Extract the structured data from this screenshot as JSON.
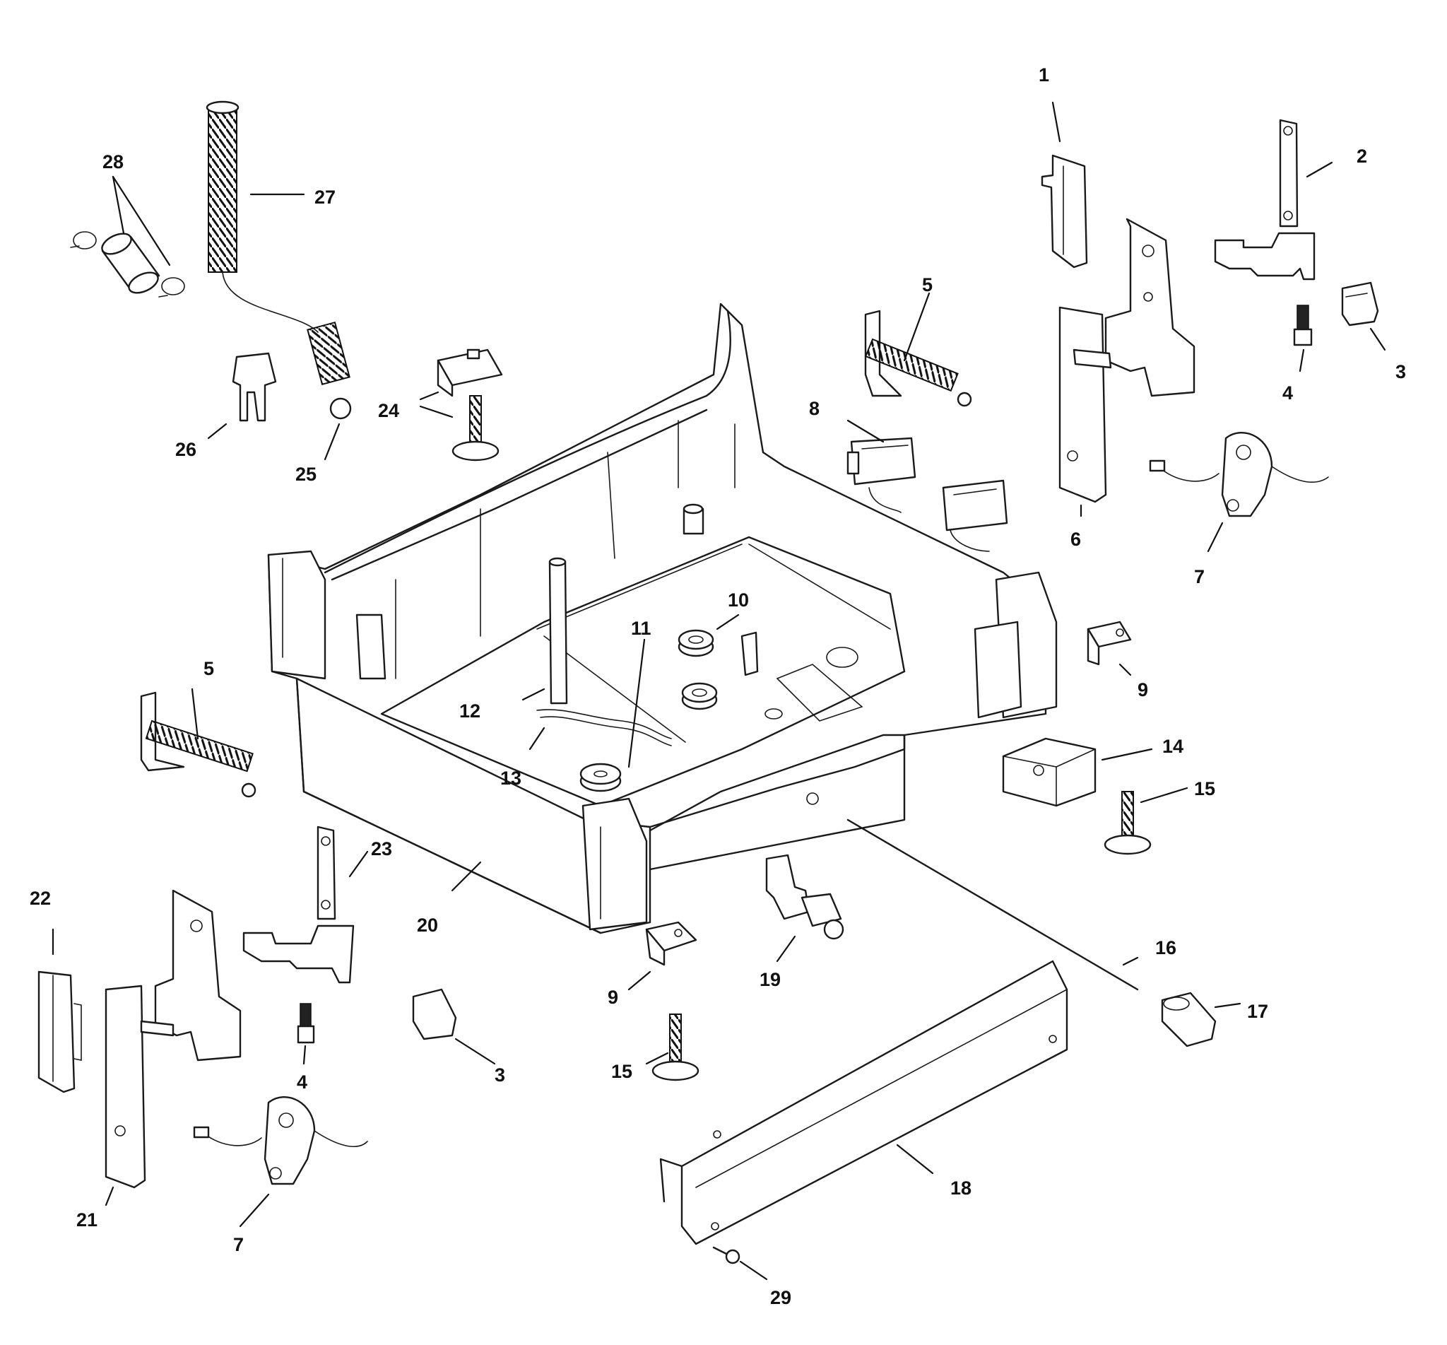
{
  "callouts": [
    {
      "id": "c1",
      "label": "1"
    },
    {
      "id": "c2",
      "label": "2"
    },
    {
      "id": "c3a",
      "label": "3"
    },
    {
      "id": "c4a",
      "label": "4"
    },
    {
      "id": "c5a",
      "label": "5"
    },
    {
      "id": "c6",
      "label": "6"
    },
    {
      "id": "c7a",
      "label": "7"
    },
    {
      "id": "c8",
      "label": "8"
    },
    {
      "id": "c9a",
      "label": "9"
    },
    {
      "id": "c10",
      "label": "10"
    },
    {
      "id": "c11",
      "label": "11"
    },
    {
      "id": "c12",
      "label": "12"
    },
    {
      "id": "c13",
      "label": "13"
    },
    {
      "id": "c14",
      "label": "14"
    },
    {
      "id": "c15a",
      "label": "15"
    },
    {
      "id": "c16",
      "label": "16"
    },
    {
      "id": "c17",
      "label": "17"
    },
    {
      "id": "c18",
      "label": "18"
    },
    {
      "id": "c19",
      "label": "19"
    },
    {
      "id": "c20",
      "label": "20"
    },
    {
      "id": "c21",
      "label": "21"
    },
    {
      "id": "c22",
      "label": "22"
    },
    {
      "id": "c23",
      "label": "23"
    },
    {
      "id": "c24",
      "label": "24"
    },
    {
      "id": "c25",
      "label": "25"
    },
    {
      "id": "c26",
      "label": "26"
    },
    {
      "id": "c27",
      "label": "27"
    },
    {
      "id": "c28",
      "label": "28"
    },
    {
      "id": "c5b",
      "label": "5"
    },
    {
      "id": "c9b",
      "label": "9"
    },
    {
      "id": "c3b",
      "label": "3"
    },
    {
      "id": "c4b",
      "label": "4"
    },
    {
      "id": "c7b",
      "label": "7"
    },
    {
      "id": "c15b",
      "label": "15"
    },
    {
      "id": "c29",
      "label": "29"
    }
  ]
}
